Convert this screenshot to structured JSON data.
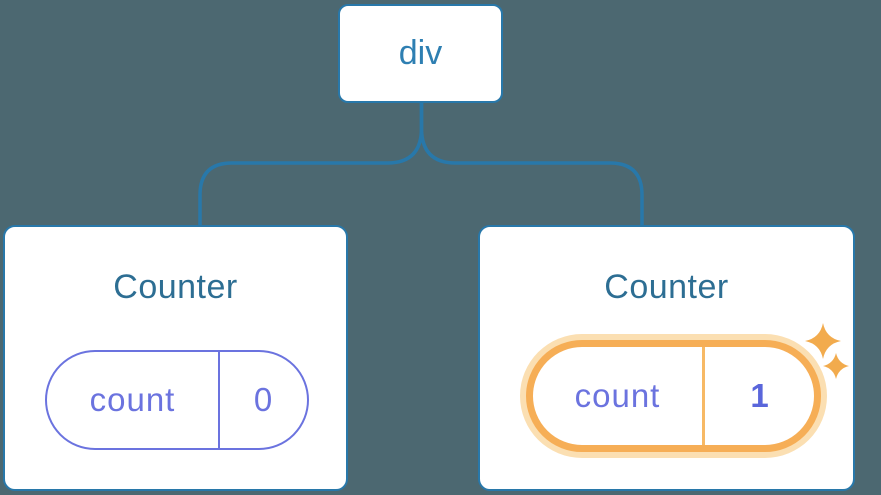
{
  "diagram": {
    "description": "component tree diagram",
    "background_color": "#4C6871",
    "root_node": {
      "label": "div"
    },
    "cards": [
      {
        "title": "Counter",
        "state_key": "count",
        "state_value": "0",
        "highlighted": false
      },
      {
        "title": "Counter",
        "state_key": "count",
        "state_value": "1",
        "highlighted": true
      }
    ],
    "colors": {
      "line_blue": "#2878AA",
      "root_label_blue": "#2E7FB2",
      "card_title_blue": "#2D6E93",
      "state_purple": "#6B73DF",
      "state_value_bold_purple": "#5A66DB",
      "highlight_orange": "#F6AE56",
      "highlight_glow": "#FBDFB2",
      "sparkle_orange": "#F2AB4D",
      "card_background": "#FFFFFF"
    },
    "icons": [
      "sparkles-icon"
    ]
  }
}
